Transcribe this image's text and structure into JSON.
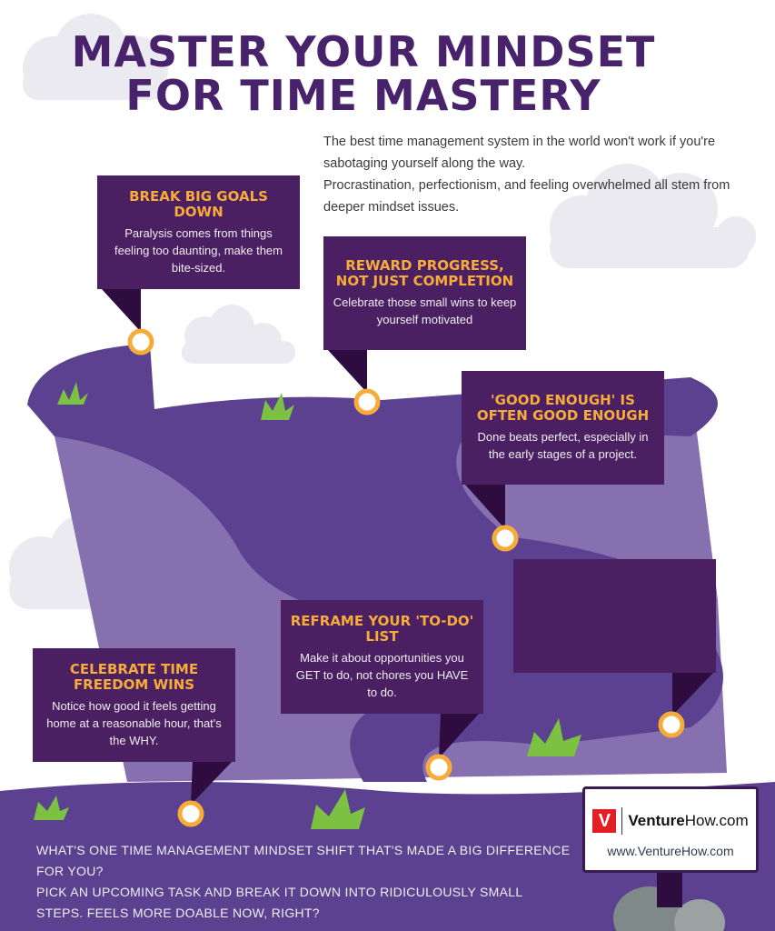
{
  "title": {
    "line1": "MASTER YOUR MINDSET",
    "line2": "FOR TIME MASTERY"
  },
  "intro": [
    "The best time management system in the world won't work if you're sabotaging yourself along the way.",
    "Procrastination, perfectionism, and feeling overwhelmed all stem from deeper mindset issues."
  ],
  "tips": [
    {
      "heading": "BREAK BIG GOALS DOWN",
      "text": "Paralysis comes from things feeling too daunting, make them bite-sized."
    },
    {
      "heading": "REWARD PROGRESS, NOT JUST COMPLETION",
      "text": "Celebrate those small wins to keep yourself motivated"
    },
    {
      "heading": "'GOOD ENOUGH' IS OFTEN GOOD ENOUGH",
      "text": "Done beats perfect, especially in the early stages of a project."
    },
    {
      "heading": "",
      "text": ""
    },
    {
      "heading": "REFRAME YOUR 'TO-DO' LIST",
      "text": "Make it about opportunities you GET to do, not chores you HAVE to do."
    },
    {
      "heading": "CELEBRATE TIME FREEDOM WINS",
      "text": "Notice how good it feels getting home at a reasonable hour, that's the WHY."
    }
  ],
  "bottom": [
    "WHAT'S ONE TIME MANAGEMENT MINDSET SHIFT THAT'S MADE A BIG DIFFERENCE FOR YOU?",
    "PICK AN UPCOMING TASK AND BREAK IT DOWN INTO RIDICULOUSLY SMALL STEPS. FEELS MORE DOABLE NOW, RIGHT?"
  ],
  "logo": {
    "brand_bold": "Venture",
    "brand_rest": "How.com",
    "url": "www.VentureHow.com"
  },
  "colors": {
    "title": "#48226b",
    "box": "#4a2062",
    "accent": "#f7ac3a",
    "mountain": "#5b418f",
    "mountain_light": "#8670b0",
    "cloud": "#ebeaf0",
    "grass": "#7dc142"
  }
}
